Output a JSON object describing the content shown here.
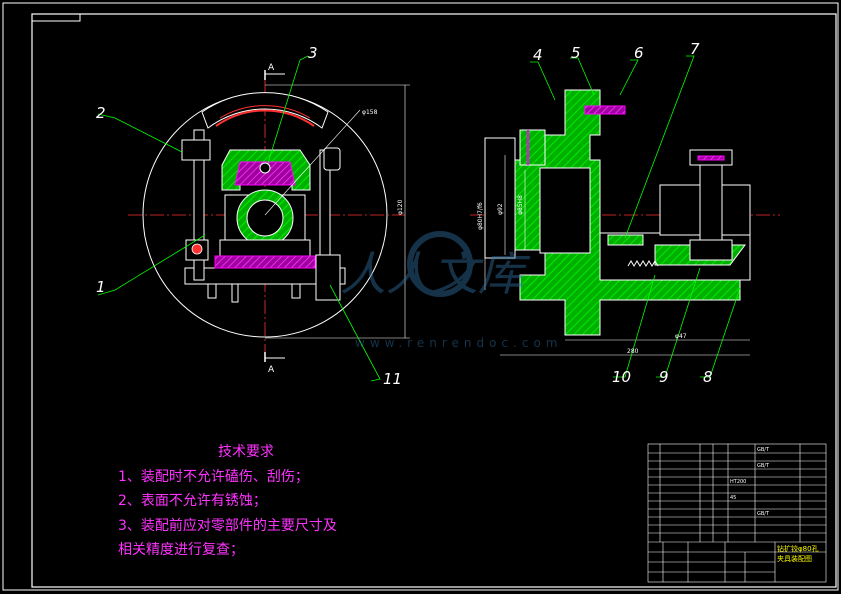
{
  "callouts": {
    "c1": "1",
    "c2": "2",
    "c3": "3",
    "c4": "4",
    "c5": "5",
    "c6": "6",
    "c7": "7",
    "c8": "8",
    "c9": "9",
    "c10": "10",
    "c11": "11"
  },
  "section_marks": {
    "a_top": "A",
    "a_bottom": "A"
  },
  "dimensions": {
    "d1": "φ158",
    "d2": "φ120",
    "d3": "φ80H7/f6",
    "d4": "φ92",
    "d5": "φ85H8",
    "d6": "φ47",
    "d7": "280"
  },
  "watermark": {
    "cn": "人人文库",
    "url": "www.renrendoc.com"
  },
  "notes": {
    "title": "技术要求",
    "line1": "1、装配时不允许磕伤、刮伤；",
    "line2": "2、表面不允许有锈蚀；",
    "line3": "3、装配前应对零部件的主要尺寸及",
    "line4": "相关精度进行复查；"
  },
  "title_block": {
    "drawing_name_1": "钻扩铰φ80孔",
    "drawing_name_2": "夹具装配图",
    "standard_1": "GB/T",
    "standard_2": "GB/T",
    "standard_3": "GB/T",
    "material_1": "HT200",
    "material_2": "45"
  },
  "colors": {
    "frame": "#ffffff",
    "green": "#00ff00",
    "magenta": "#ff00ff",
    "cyan": "#00ffff",
    "red": "#ff3030",
    "yellow": "#ffff00"
  }
}
